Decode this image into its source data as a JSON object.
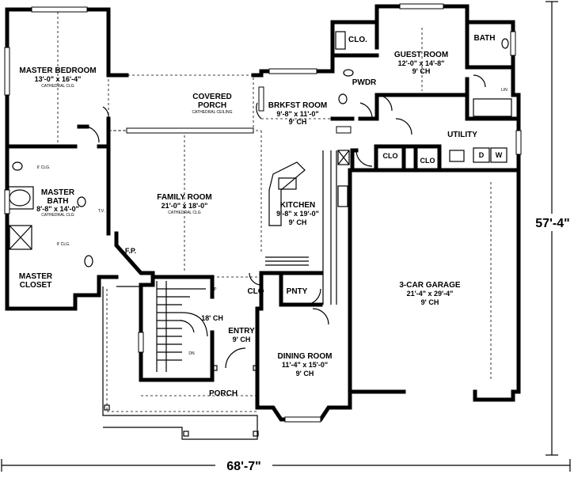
{
  "rooms": {
    "master_bedroom": {
      "name": "MASTER BEDROOM",
      "size": "13'-0\" x 16'-4\"",
      "note": "CATHEDRAL CLG"
    },
    "covered_porch": {
      "name1": "COVERED",
      "name2": "PORCH",
      "note": "CATHEDRAL CEILING"
    },
    "brkfst_room": {
      "name": "BRKFST ROOM",
      "size": "9'-8\" x 11'-0\"",
      "ceiling": "9' CH"
    },
    "guest_room": {
      "name": "GUEST ROOM",
      "size": "12'-0\" x 14'-8\"",
      "ceiling": "9' CH"
    },
    "bath": {
      "name": "BATH"
    },
    "clo_guest": {
      "name": "CLO."
    },
    "pwdr": {
      "name": "PWDR"
    },
    "utility": {
      "name": "UTILITY"
    },
    "clo_utility_1": {
      "name": "CLO"
    },
    "clo_utility_2": {
      "name": "CLO"
    },
    "d": {
      "name": "D"
    },
    "w": {
      "name": "W"
    },
    "lin": {
      "name": "LIN"
    },
    "family_room": {
      "name": "FAMILY ROOM",
      "size": "21'-0\" x 18'-0\"",
      "note": "CATHEDRAL CLG"
    },
    "master_bath": {
      "name1": "MASTER",
      "name2": "BATH",
      "size": "8'-8\" x 14'-0\"",
      "note": "CATHEDRAL CLG"
    },
    "master_closet": {
      "name1": "MASTER",
      "name2": "CLOSET"
    },
    "clo_6": {
      "name": "6' CLG."
    },
    "clo_9": {
      "name": "9' CLG."
    },
    "tv": {
      "name": "T.V."
    },
    "fp": {
      "name": "F.P."
    },
    "kitchen": {
      "name": "KITCHEN",
      "size": "9'-8\" x 19'-0\"",
      "ceiling": "9' CH"
    },
    "garage": {
      "name": "3-CAR GARAGE",
      "size": "21'-4\" x 29'-4\"",
      "ceiling": "9' CH"
    },
    "clo_entry": {
      "name": "CLO"
    },
    "pnty": {
      "name": "PNTY"
    },
    "stair_ch": {
      "name": "18' CH"
    },
    "entry": {
      "name": "ENTRY",
      "ceiling": "9' CH"
    },
    "dining_room": {
      "name": "DINING ROOM",
      "size": "11'-4\" x 15'-0\"",
      "ceiling": "9' CH"
    },
    "porch": {
      "name": "PORCH"
    },
    "up": {
      "name": "UP"
    },
    "dn": {
      "name": "DN"
    }
  },
  "dimensions": {
    "width": "68'-7\"",
    "depth": "57'-4\""
  }
}
